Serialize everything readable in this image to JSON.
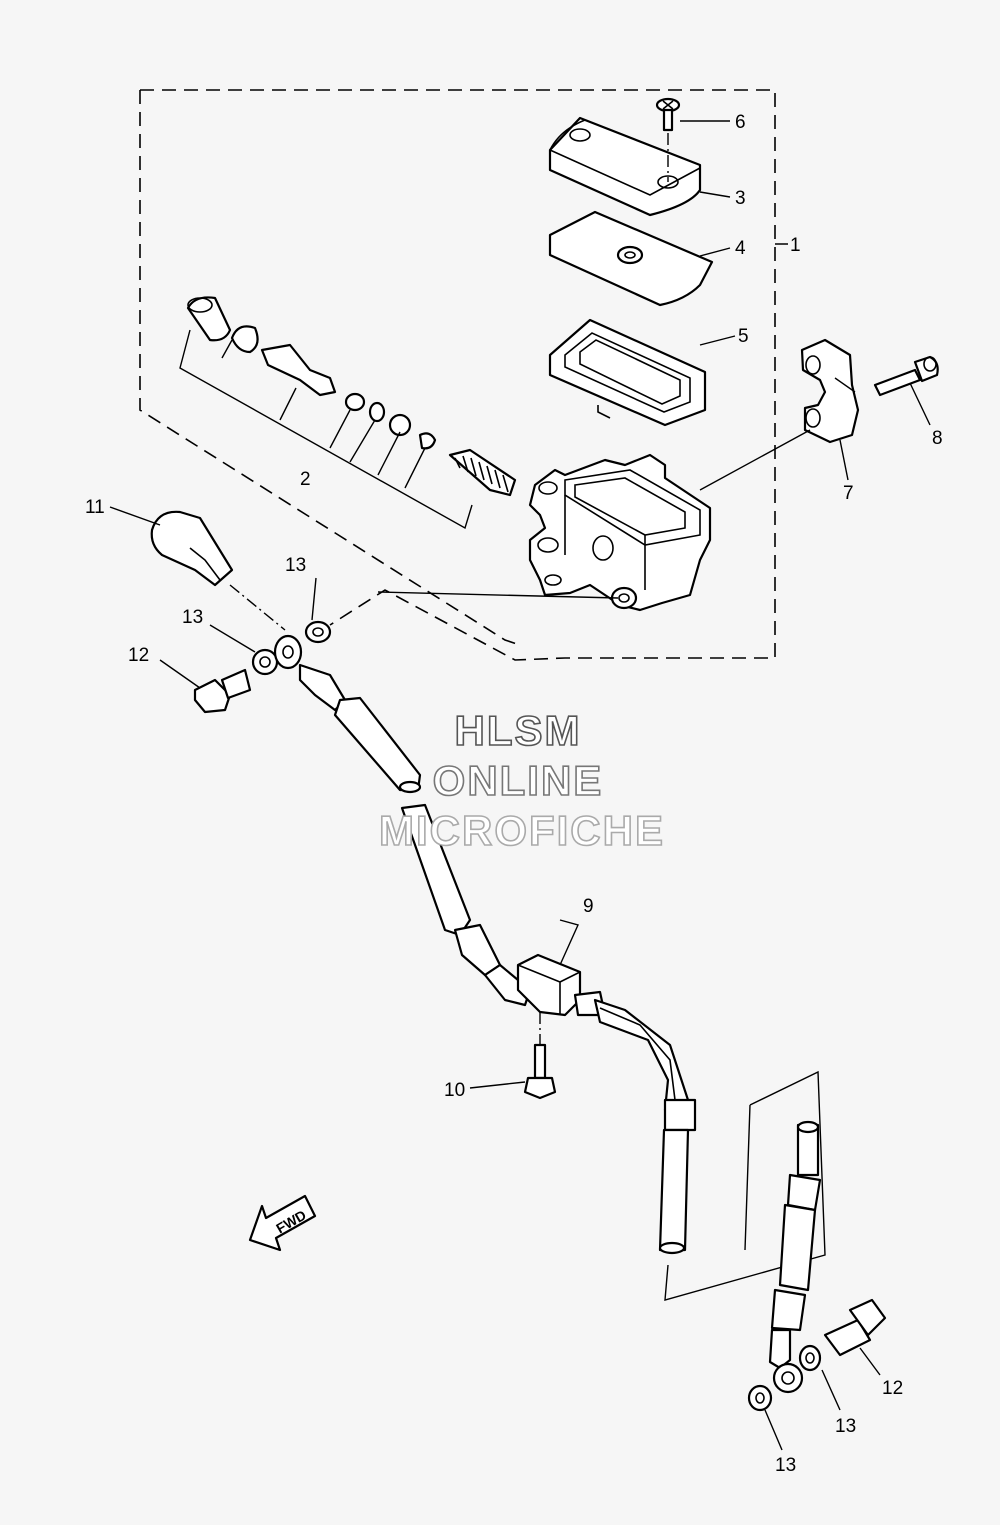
{
  "callouts": {
    "c1": "1",
    "c2": "2",
    "c3": "3",
    "c4": "4",
    "c5": "5",
    "c6": "6",
    "c7": "7",
    "c8": "8",
    "c9": "9",
    "c10": "10",
    "c11": "11",
    "c12a": "12",
    "c12b": "12",
    "c13a": "13",
    "c13b": "13",
    "c13c": "13",
    "c13d": "13"
  },
  "watermark": {
    "line1": "HLSM",
    "line2": "ONLINE",
    "line3": "MICROFICHE"
  },
  "fwd_arrow_label": "FWD",
  "colors": {
    "background": "#f6f6f6",
    "line": "#000000",
    "watermark_dark": "#555555",
    "watermark_mid": "#777777",
    "watermark_light": "#aaaaaa"
  }
}
